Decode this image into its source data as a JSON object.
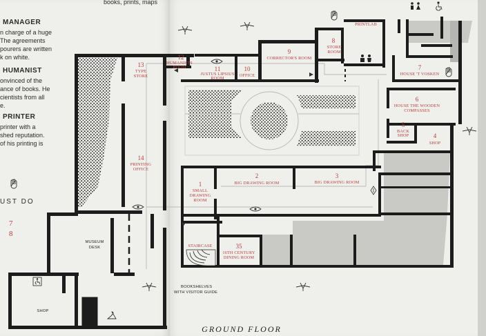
{
  "legend": {
    "top_line": "books, prints, maps",
    "fold_text": "",
    "manager": {
      "heading": "MANAGER",
      "lines": [
        "n charge of a huge",
        "The agreements",
        "pourers are written",
        "k on white."
      ]
    },
    "humanist": {
      "heading": "HUMANIST",
      "lines": [
        "onvinced of the",
        "ance of books. He",
        "cientists from all",
        "e."
      ]
    },
    "printer": {
      "heading": "PRINTER",
      "lines": [
        "printer with a",
        "shed reputation.",
        "of his printing is"
      ]
    },
    "must_do": "UST DO",
    "numbers": [
      "7",
      "8"
    ]
  },
  "map": {
    "floor_title": "GROUND FLOOR",
    "rooms": [
      {
        "num": "12",
        "lines": [
          "HUMANISTS",
          "ROOM"
        ]
      },
      {
        "num": "11",
        "lines": [
          "JUSTUS LIPSIUS",
          "ROOM"
        ]
      },
      {
        "num": "10",
        "lines": [
          "OFFICE"
        ]
      },
      {
        "num": "9",
        "lines": [
          "CORRECTOR'S ROOM"
        ]
      },
      {
        "num": "8",
        "lines": [
          "STORE",
          "ROOM"
        ]
      },
      {
        "num": "",
        "lines": [
          "PRINTLAB"
        ]
      },
      {
        "num": "7",
        "lines": [
          "HOUSE 'T VOSKEN"
        ]
      },
      {
        "num": "6",
        "lines": [
          "HOUSE THE WOODEN",
          "COMPASSES"
        ]
      },
      {
        "num": "5",
        "lines": [
          "BACK",
          "SHOP"
        ]
      },
      {
        "num": "4",
        "lines": [
          "SHOP"
        ]
      },
      {
        "num": "13",
        "lines": [
          "TYPE",
          "STORE"
        ]
      },
      {
        "num": "14",
        "lines": [
          "PRINTING",
          "OFFICE"
        ]
      },
      {
        "num": "1",
        "lines": [
          "SMALL",
          "DRAWING",
          "ROOM"
        ]
      },
      {
        "num": "2",
        "lines": [
          "BIG DRAWING ROOM"
        ]
      },
      {
        "num": "3",
        "lines": [
          "BIG DRAWING ROOM"
        ]
      },
      {
        "num": "35",
        "lines": [
          "16TH CENTURY",
          "DINING ROOM"
        ]
      },
      {
        "num": "",
        "lines": [
          "STAIRCASE"
        ]
      }
    ],
    "labels": {
      "museum_desk": [
        "MUSEUM",
        "DESK"
      ],
      "shop": "SHOP",
      "bookshelves": [
        "BOOKSHELVES",
        "WITH VISITOR GUIDE"
      ]
    },
    "icons": [
      "route-eye-icon",
      "audio-guide-icon",
      "hand-icon",
      "toilet-icon",
      "accessible-icon",
      "baby-change-icon",
      "cloakroom-hanger-icon"
    ]
  },
  "colors": {
    "paper": "#efefeb",
    "wall": "#1c1c1c",
    "accent": "#b93b3b",
    "shade": "#c9c9c6"
  }
}
